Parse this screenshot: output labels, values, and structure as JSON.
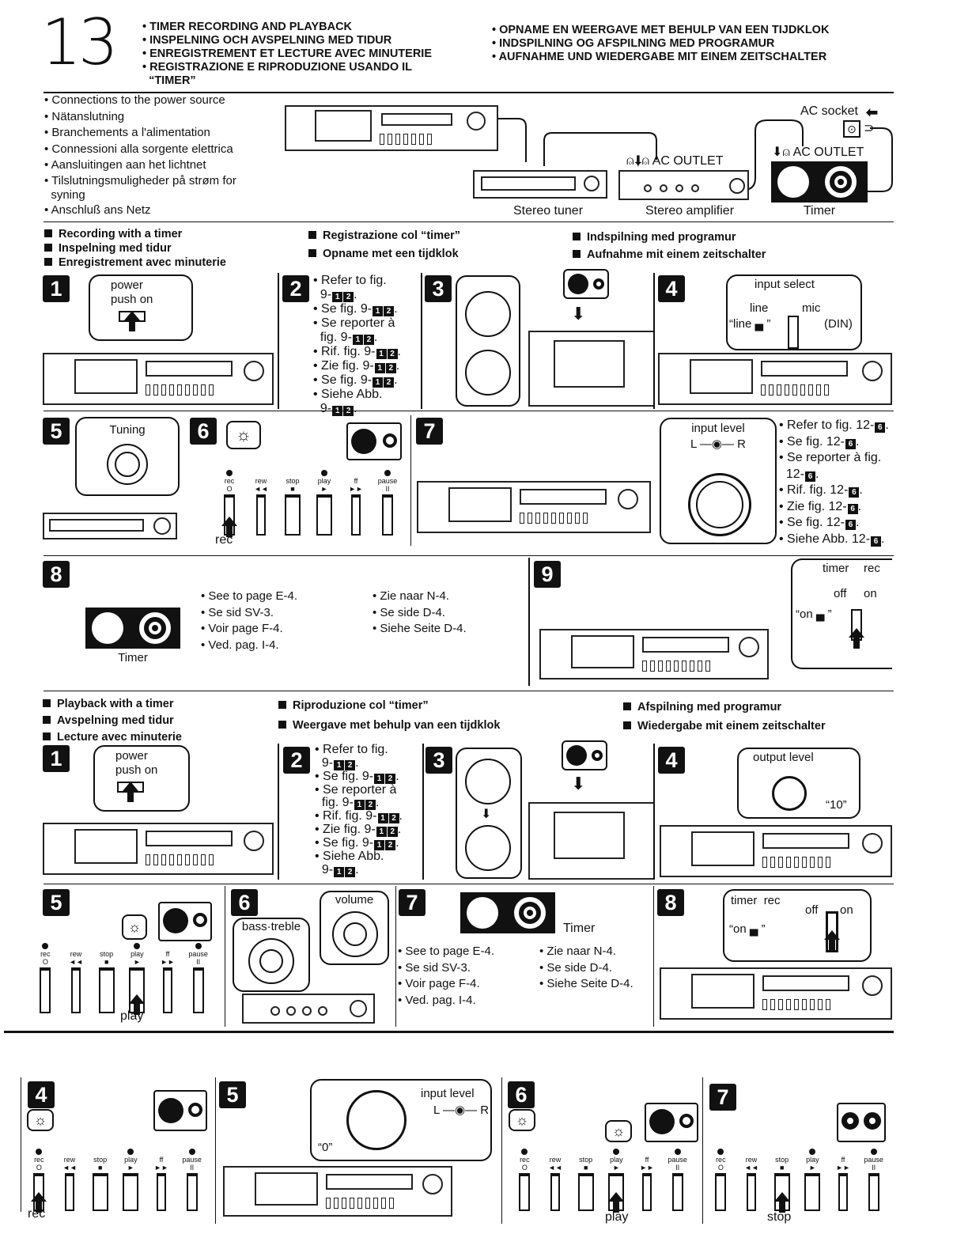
{
  "page": {
    "number": "13",
    "titles_left": [
      "TIMER RECORDING AND PLAYBACK",
      "INSPELNING OCH AVSPELNING MED TIDUR",
      "ENREGISTREMENT ET LECTURE AVEC MINUTERIE",
      "REGISTRAZIONE E RIPRODUZIONE USANDO IL",
      "“TIMER”"
    ],
    "titles_right": [
      "OPNAME EN WEERGAVE MET BEHULP VAN EEN TIJDKLOK",
      "INDSPILNING OG AFSPILNING MED PROGRAMUR",
      "AUFNAHME UND WIEDERGABE MIT EINEM ZEITSCHALTER"
    ]
  },
  "connections": {
    "items": [
      "Connections to the power source",
      "Nätanslutning",
      "Branchements a l'alimentation",
      "Connessioni alla sorgente elettrica",
      "Aansluitingen aan het lichtnet",
      "Tilslutningsmuligheder på strøm for",
      "syning",
      "Anschluß ans Netz"
    ],
    "ac_socket": "AC socket",
    "ac_outlet_amp": "AC OUTLET",
    "ac_outlet_timer": "AC OUTLET",
    "tuner_caption": "Stereo tuner",
    "amplifier_caption": "Stereo amplifier",
    "timer_caption": "Timer"
  },
  "recording": {
    "headings_col1": [
      "Recording with a timer",
      "Inspelning med tidur",
      "Enregistrement avec minuterie"
    ],
    "headings_col2": [
      "Registrazione col “timer”",
      "Opname met een tijdklok"
    ],
    "headings_col3": [
      "Indspilning med programur",
      "Aufnahme mit einem zeitschalter"
    ],
    "step1": {
      "num": "1",
      "label1": "power",
      "label2": "push on"
    },
    "step2": {
      "num": "2",
      "refs": [
        "Refer to fig.",
        "9-",
        "Se fig. 9-",
        "Se reporter à",
        "fig. 9-",
        "Rif. fig. 9-",
        "Zie fig. 9-",
        "Se fig. 9-",
        "Siehe Abb.",
        "9-"
      ],
      "badge1": "1",
      "badge2": "2"
    },
    "step3": {
      "num": "3"
    },
    "step4": {
      "num": "4",
      "title": "input select",
      "line": "line",
      "mic": "mic",
      "din": "(DIN)",
      "quote": "“line",
      "quote_end": "”"
    },
    "step5": {
      "num": "5",
      "title": "Tuning"
    },
    "step6": {
      "num": "6",
      "keys": [
        {
          "label": "rec",
          "sym": "O"
        },
        {
          "label": "rew",
          "sym": "◄◄"
        },
        {
          "label": "stop",
          "sym": "■"
        },
        {
          "label": "play",
          "sym": "►"
        },
        {
          "label": "ff",
          "sym": "►►"
        },
        {
          "label": "pause",
          "sym": "II"
        }
      ],
      "pressed_caption": "rec"
    },
    "step7": {
      "num": "7",
      "title": "input level",
      "lr": "L —◉— R",
      "refs": [
        "Refer to fig. 12-",
        "Se fig. 12-",
        "Se reporter à fig.",
        "12-",
        "Rif. fig. 12-",
        "Zie fig. 12-",
        "Se fig. 12-",
        "Siehe Abb. 12-"
      ],
      "badge": "6"
    },
    "step8": {
      "num": "8",
      "timer_caption": "Timer",
      "refs_col1": [
        "See to page E-4.",
        "Se sid SV-3.",
        "Voir page F-4.",
        "Ved. pag. I-4."
      ],
      "refs_col2": [
        "Zie naar N-4.",
        "Se side D-4.",
        "Siehe Seite D-4."
      ]
    },
    "step9": {
      "num": "9",
      "timer": "timer",
      "rec": "rec",
      "off": "off",
      "on": "on",
      "quote": "“on",
      "quote_end": "”"
    }
  },
  "playback": {
    "headings_col1": [
      "Playback with a timer",
      "Avspelning med tidur",
      "Lecture avec minuterie"
    ],
    "headings_col2": [
      "Riproduzione col “timer”",
      "Weergave met behulp van een tijdklok"
    ],
    "headings_col3": [
      "Afspilning med programur",
      "Wiedergabe mit einem zeitschalter"
    ],
    "step1": {
      "num": "1",
      "label1": "power",
      "label2": "push on"
    },
    "step2": {
      "num": "2",
      "refs": [
        "Refer to fig.",
        "9-",
        "Se fig. 9-",
        "Se reporter à",
        "fig. 9-",
        "Rif. fig. 9-",
        "Zie fig. 9-",
        "Se fig. 9-",
        "Siehe Abb.",
        "9-"
      ],
      "badge1": "1",
      "badge2": "2"
    },
    "step3": {
      "num": "3"
    },
    "step4": {
      "num": "4",
      "title": "output level",
      "value": "“10”"
    },
    "step5": {
      "num": "5",
      "keys": [
        {
          "label": "rec",
          "sym": "O"
        },
        {
          "label": "rew",
          "sym": "◄◄"
        },
        {
          "label": "stop",
          "sym": "■"
        },
        {
          "label": "play",
          "sym": "►"
        },
        {
          "label": "ff",
          "sym": "►►"
        },
        {
          "label": "pause",
          "sym": "II"
        }
      ],
      "pressed_caption": "play"
    },
    "step6": {
      "num": "6",
      "bass_treble": "bass·treble",
      "volume": "volume"
    },
    "step7": {
      "num": "7",
      "timer_caption": "Timer",
      "refs_col1": [
        "See to page E-4.",
        "Se sid SV-3.",
        "Voir page F-4.",
        "Ved. pag. I-4."
      ],
      "refs_col2": [
        "Zie naar N-4.",
        "Se side D-4.",
        "Siehe Seite D-4."
      ]
    },
    "step8": {
      "num": "8",
      "timer": "timer",
      "rec": "rec",
      "off": "off",
      "on": "on",
      "quote": "“on",
      "quote_end": "”"
    }
  },
  "bottom": {
    "step4": {
      "num": "4",
      "pressed_caption": "rec"
    },
    "step5": {
      "num": "5",
      "title": "input level",
      "lr": "L —◉— R",
      "zero": "“0”"
    },
    "step6": {
      "num": "6",
      "pressed_caption": "play"
    },
    "step7": {
      "num": "7",
      "pressed_caption": "stop"
    },
    "keys": [
      {
        "label": "rec",
        "sym": "O"
      },
      {
        "label": "rew",
        "sym": "◄◄"
      },
      {
        "label": "stop",
        "sym": "■"
      },
      {
        "label": "play",
        "sym": "►"
      },
      {
        "label": "ff",
        "sym": "►►"
      },
      {
        "label": "pause",
        "sym": "II"
      }
    ]
  }
}
